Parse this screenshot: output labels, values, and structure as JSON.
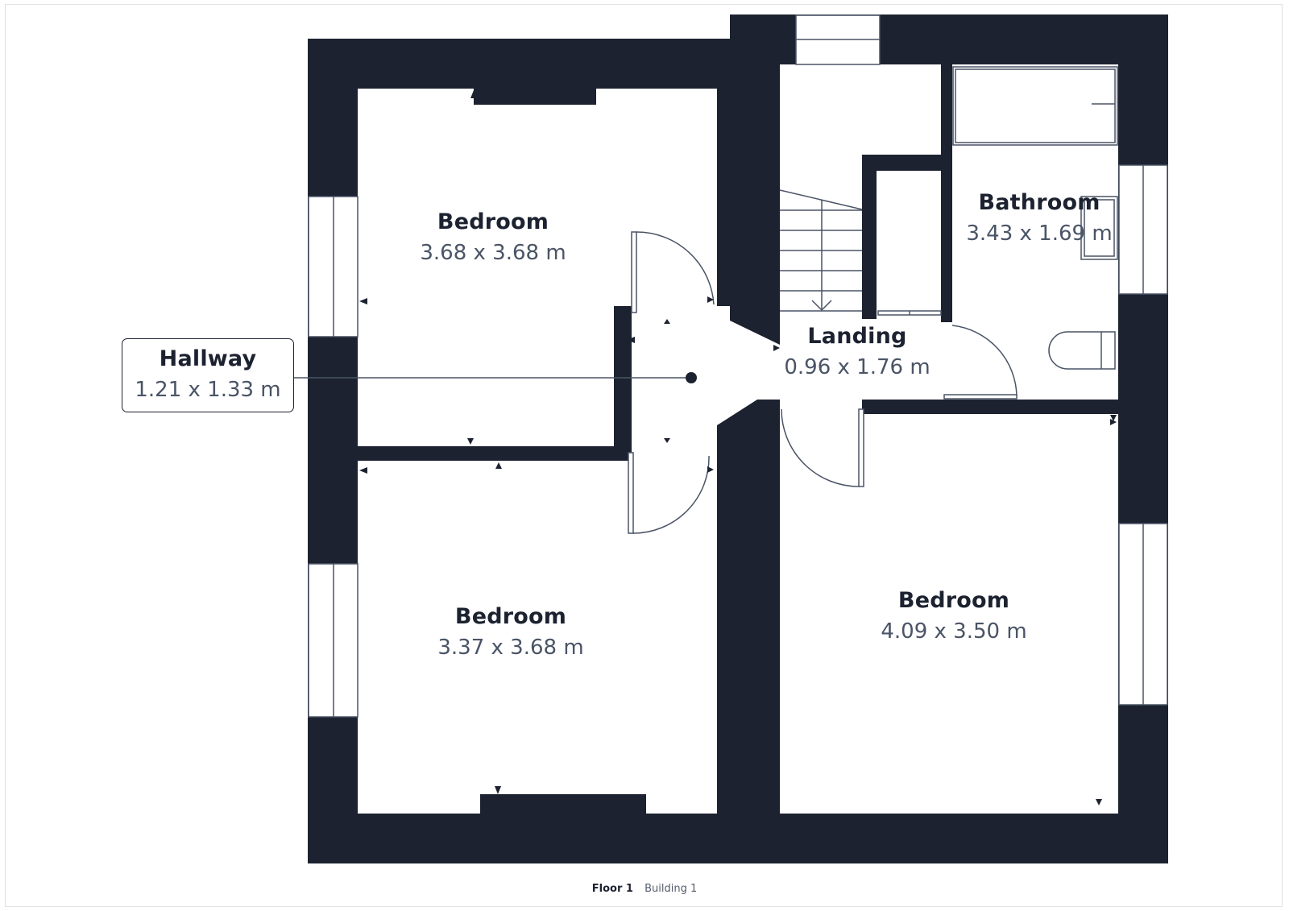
{
  "plan": {
    "wall_color": "#1c2230",
    "line_color": "#4a5466",
    "background": "#ffffff"
  },
  "rooms": [
    {
      "id": "bedroom-top-left",
      "name": "Bedroom",
      "dimensions": "3.68 x 3.68 m"
    },
    {
      "id": "bedroom-bottom-left",
      "name": "Bedroom",
      "dimensions": "3.37 x 3.68 m"
    },
    {
      "id": "bedroom-bottom-right",
      "name": "Bedroom",
      "dimensions": "4.09 x 3.50 m"
    },
    {
      "id": "bathroom",
      "name": "Bathroom",
      "dimensions": "3.43 x 1.69 m"
    },
    {
      "id": "landing",
      "name": "Landing",
      "dimensions": "0.96 x 1.76 m"
    }
  ],
  "callout": {
    "name": "Hallway",
    "dimensions": "1.21 x 1.33 m"
  },
  "footer": {
    "floor": "Floor 1",
    "building": "Building 1"
  }
}
